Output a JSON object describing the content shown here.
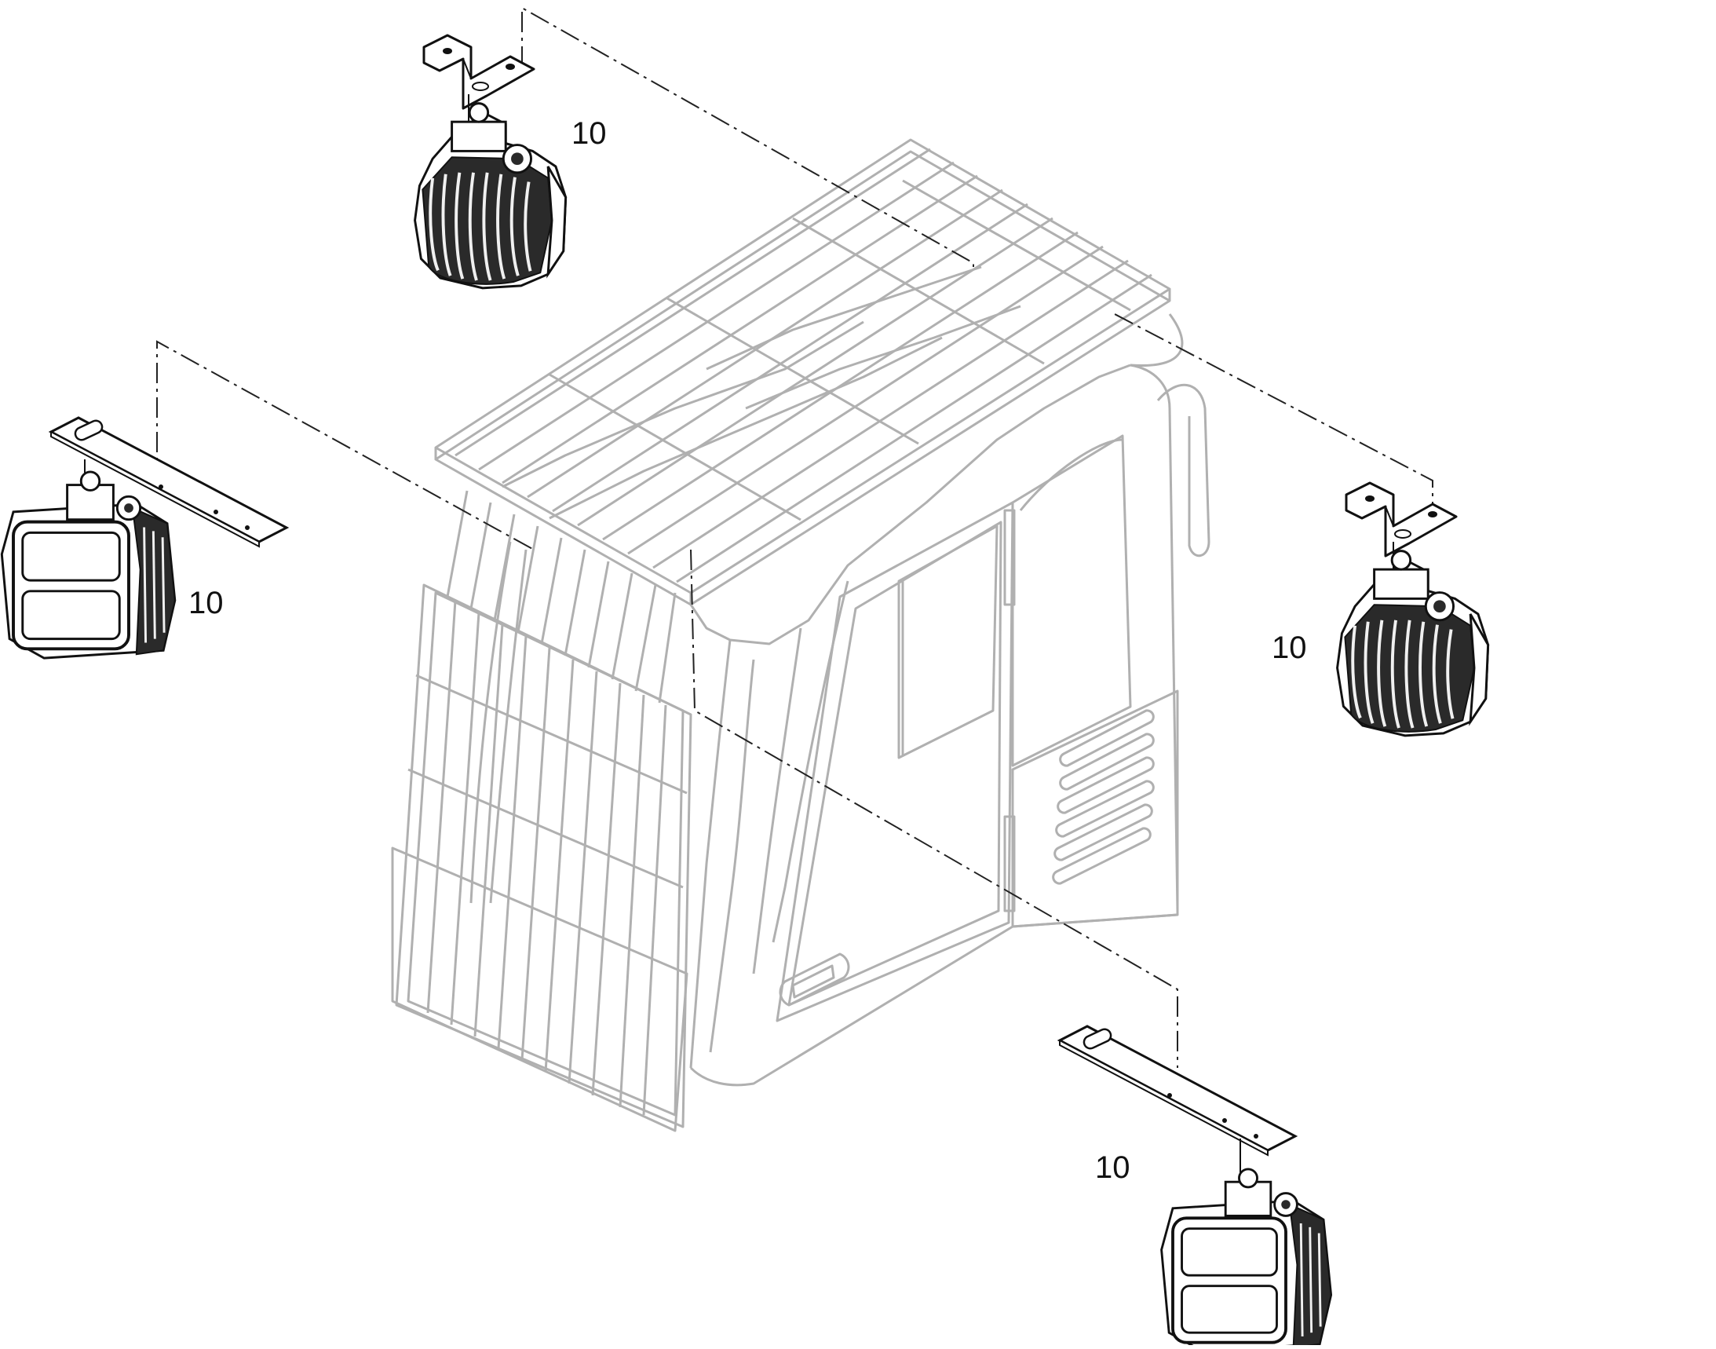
{
  "diagram": {
    "colors": {
      "ink": "#111111",
      "cab_line": "#b0b0b0",
      "leader": "#222222",
      "lamp_body": "#2a2a2a",
      "lamp_fin": "#f0f0f0",
      "background": "#ffffff"
    },
    "callouts": [
      {
        "id": "lamp-top-left",
        "label": "10"
      },
      {
        "id": "lamp-left",
        "label": "10"
      },
      {
        "id": "lamp-right",
        "label": "10"
      },
      {
        "id": "lamp-bottom",
        "label": "10"
      }
    ]
  }
}
